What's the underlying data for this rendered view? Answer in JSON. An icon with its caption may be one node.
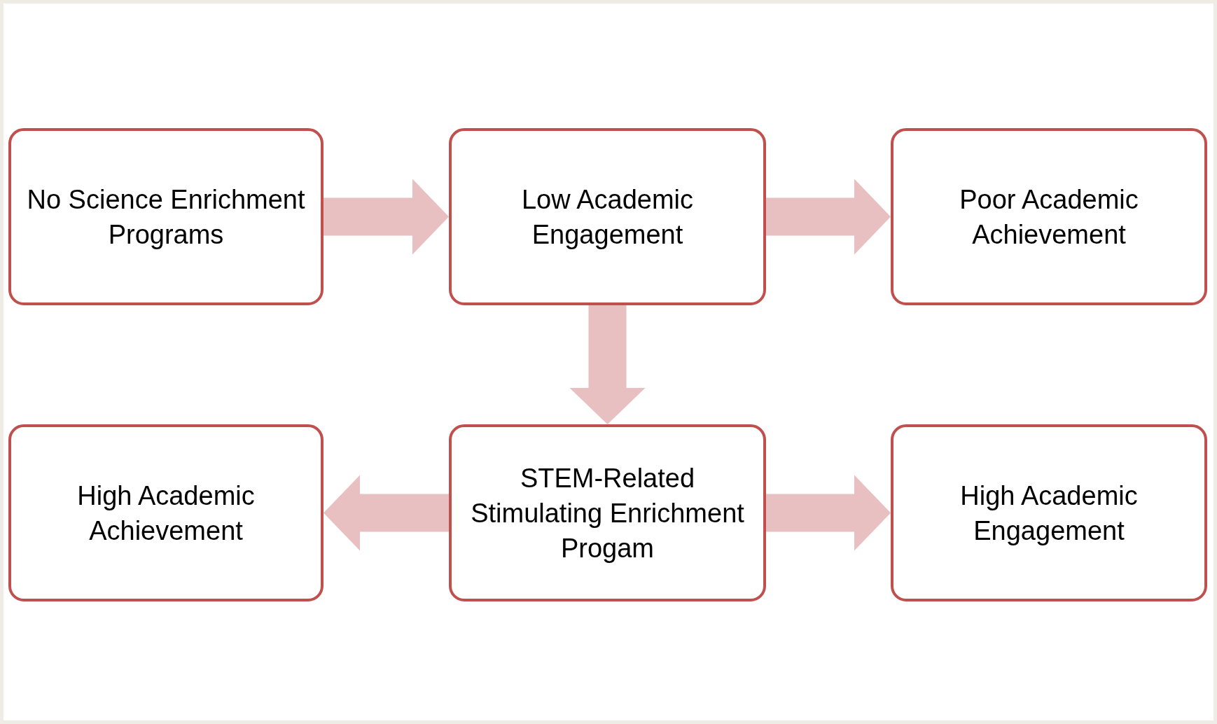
{
  "diagram": {
    "nodes": [
      {
        "text": [
          "No Science Enrichment Programs"
        ]
      },
      {
        "text": [
          "Low Academic Engagement"
        ]
      },
      {
        "text": [
          "Poor Academic Achievement"
        ]
      },
      {
        "text": [
          "High Academic Achievement"
        ]
      },
      {
        "text": [
          "STEM-Related Stimulating Enrichment Progam"
        ]
      },
      {
        "text": [
          "High Academic Engagement"
        ]
      }
    ],
    "edges": [
      {
        "from": 0,
        "to": 1,
        "arrow": "to"
      },
      {
        "from": 1,
        "to": 2,
        "arrow": "to"
      },
      {
        "from": 1,
        "to": 4,
        "arrow": "to"
      },
      {
        "from": 4,
        "to": 3,
        "arrow": "to"
      },
      {
        "from": 4,
        "to": 5,
        "arrow": "to"
      }
    ]
  }
}
